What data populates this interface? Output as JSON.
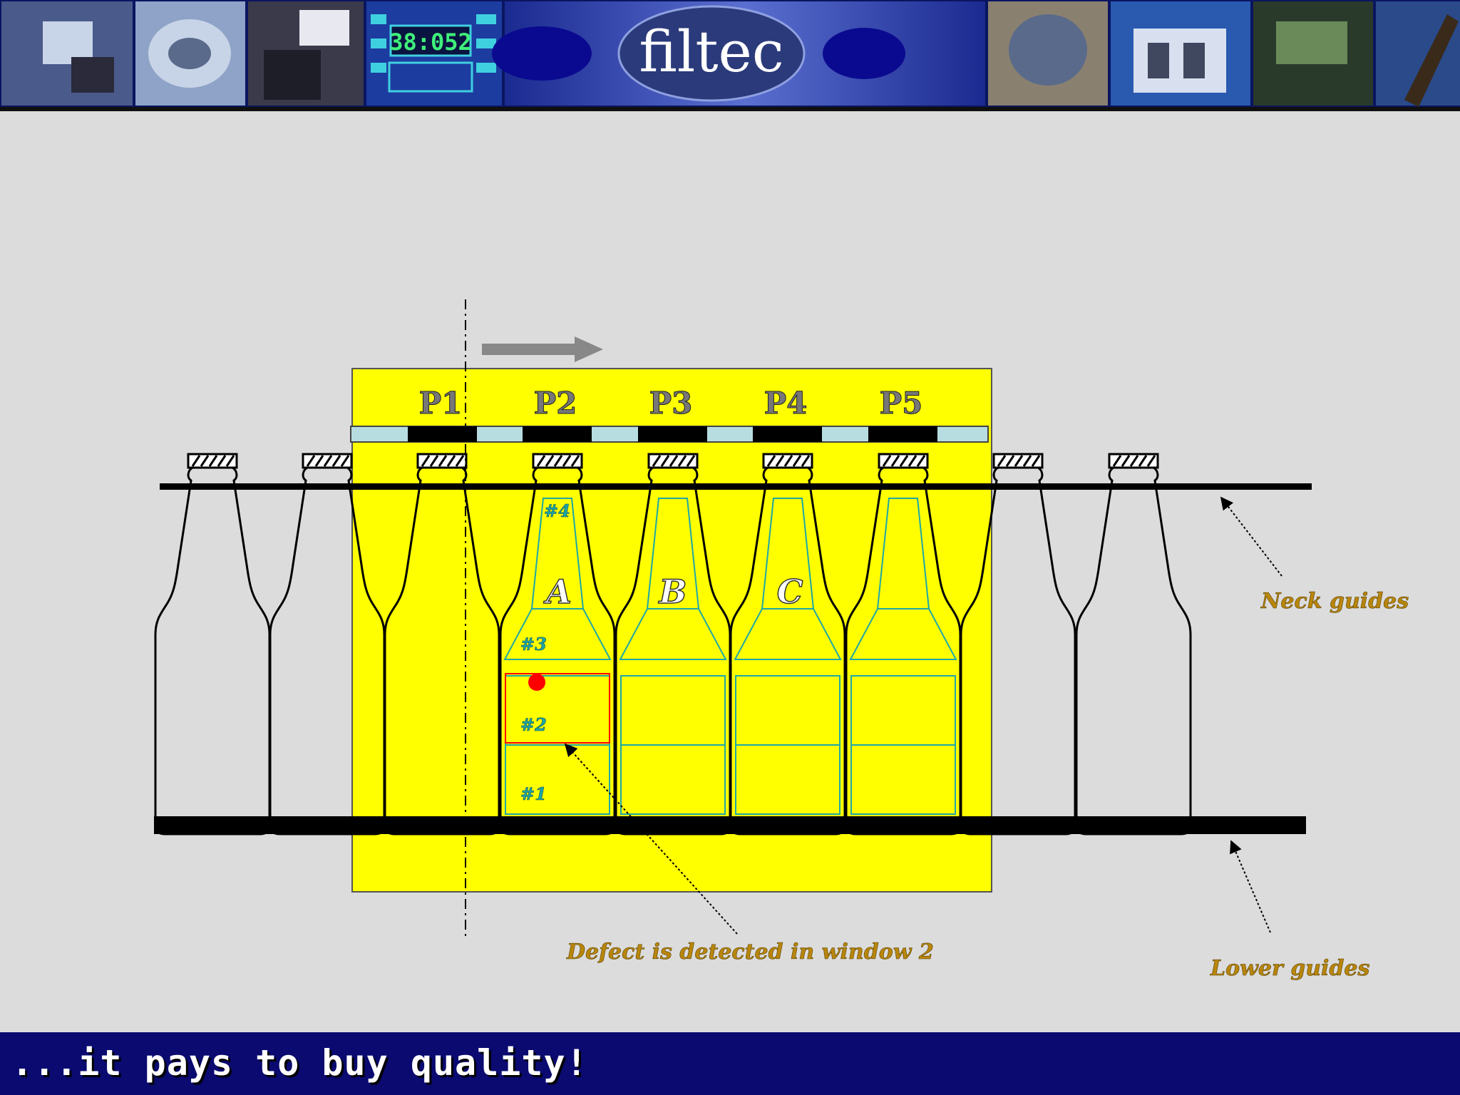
{
  "header": {
    "brand": "filtec",
    "photos": [
      "inspection-station-photo",
      "can-lid-photo",
      "machine-detail-photo",
      "control-panel-photo",
      "sensor-head-photo",
      "conveyor-machine-photo",
      "line-photo",
      "probe-photo"
    ],
    "panel_readout": "38:052"
  },
  "diagram": {
    "positions": [
      "P1",
      "P2",
      "P3",
      "P4",
      "P5"
    ],
    "bottle_labels": [
      "A",
      "B",
      "C"
    ],
    "window_labels": [
      "#4",
      "#3",
      "#2",
      "#1"
    ],
    "callouts": {
      "neck": "Neck guides",
      "lower": "Lower guides",
      "defect": "Defect is detected in window 2"
    },
    "colors": {
      "zone": "#ffff00",
      "window": "#1fa7a7",
      "defect": "#ff0000",
      "callout": "#b8860b",
      "position_label": "#777777"
    },
    "direction": "right"
  },
  "footer": {
    "tagline": "...it pays to buy quality!"
  }
}
